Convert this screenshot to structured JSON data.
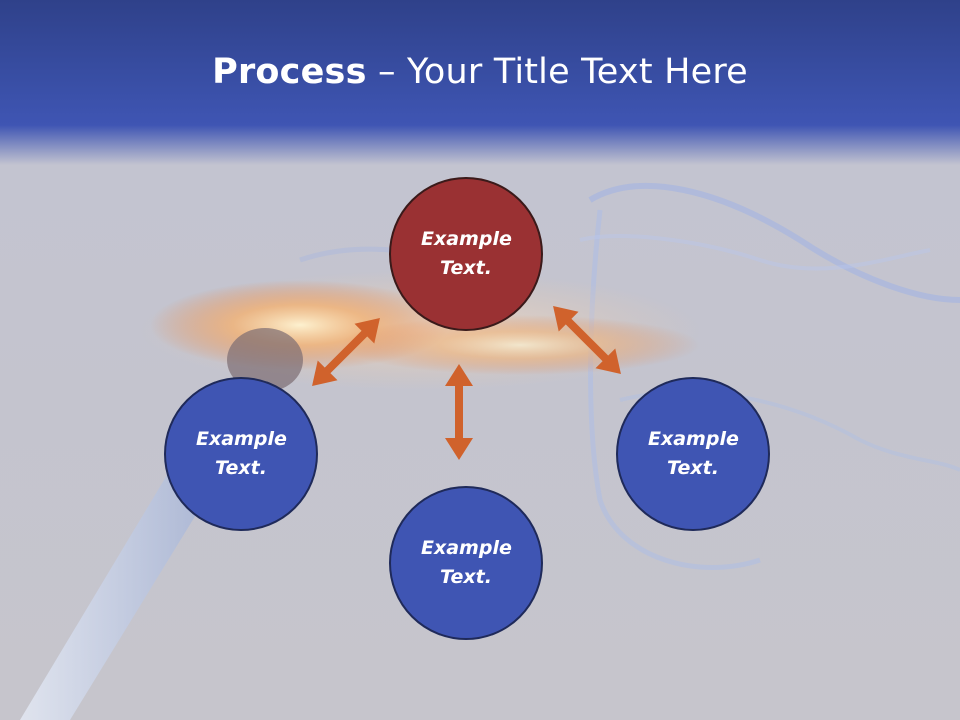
{
  "slide": {
    "title_bold": "Process",
    "title_rest": " – Your Title Text Here"
  },
  "nodes": {
    "top": "Example Text.",
    "left": "Example Text.",
    "right": "Example Text.",
    "bottom": "Example Text."
  },
  "colors": {
    "header": "#3f55b3",
    "node_blue": "#3f55b3",
    "node_red": "#9a3133",
    "arrow": "#d0622c"
  }
}
